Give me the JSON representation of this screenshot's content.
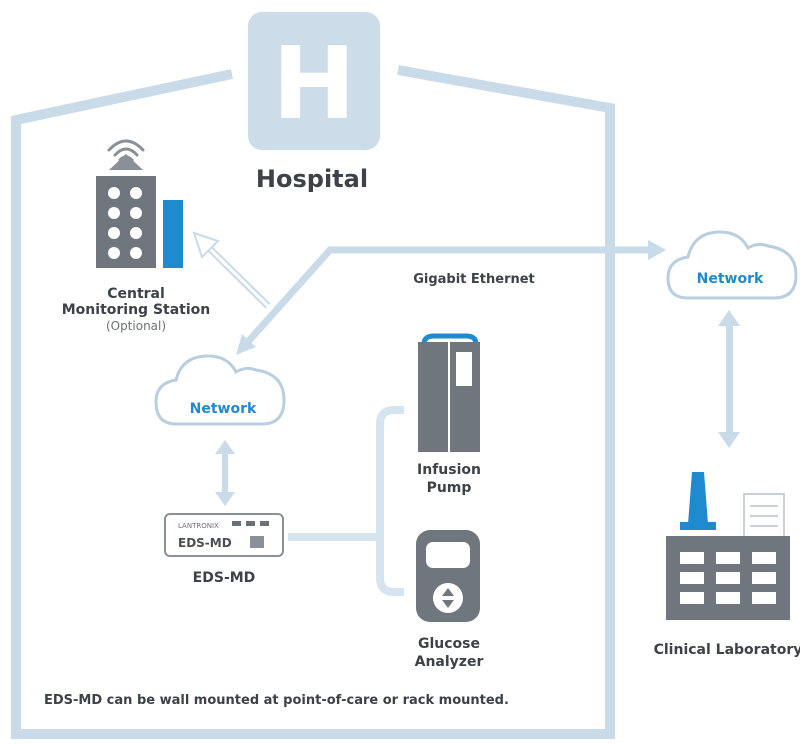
{
  "diagram": {
    "hospital_letter": "H",
    "hospital_label": "Hospital",
    "central_station": {
      "line1": "Central",
      "line2": "Monitoring Station",
      "note": "(Optional)"
    },
    "gigabit_label": "Gigabit  Ethernet",
    "network_inner": "Network",
    "network_outer": "Network",
    "infusion_pump": {
      "line1": "Infusion",
      "line2": "Pump"
    },
    "glucose_analyzer": {
      "line1": "Glucose",
      "line2": "Analyzer"
    },
    "eds_device": {
      "brand": "LANTRONIX",
      "model": "EDS-MD"
    },
    "eds_label": "EDS-MD",
    "clinical_lab": "Clinical Laboratory",
    "footer_note": "EDS-MD can be wall mounted at point-of-care or rack mounted."
  },
  "colors": {
    "frame": "#c9dbe8",
    "blue": "#1f8ad0",
    "gray_dark": "#6b7178",
    "gray_mid": "#8a9097",
    "text": "#3c4248"
  }
}
